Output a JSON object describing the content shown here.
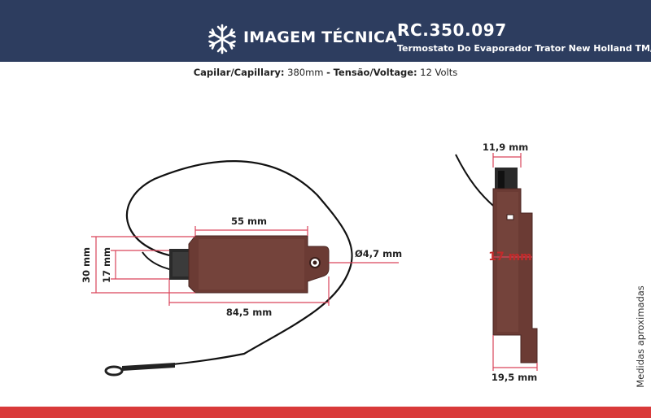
{
  "header": {
    "brand_title": "IMAGEM TÉCNICA",
    "product_code": "RC.350.097",
    "product_name": "Termostato Do Evaporador Trator New Holland TM/",
    "icon": "snowflake-icon"
  },
  "specs": {
    "capillary_label": "Capilar/Capillary:",
    "capillary_value": "380mm",
    "separator": "-",
    "voltage_label": "Tensão/Voltage:",
    "voltage_value": "12 Volts"
  },
  "front_view": {
    "body_length": "55 mm",
    "total_length": "84,5 mm",
    "height_total": "30 mm",
    "height_body": "17 mm",
    "hole_diameter": "Ø4,7 mm"
  },
  "side_view": {
    "top_width": "11,9 mm",
    "middle_depth": "17 mm",
    "bottom_width": "19,5 mm"
  },
  "note": "Medidas aproximadas",
  "colors": {
    "header_bg": "#2d3d5f",
    "body_color": "#6b3b34",
    "dimension_line": "#d9445a",
    "bottom_bar": "#d93a3a"
  }
}
